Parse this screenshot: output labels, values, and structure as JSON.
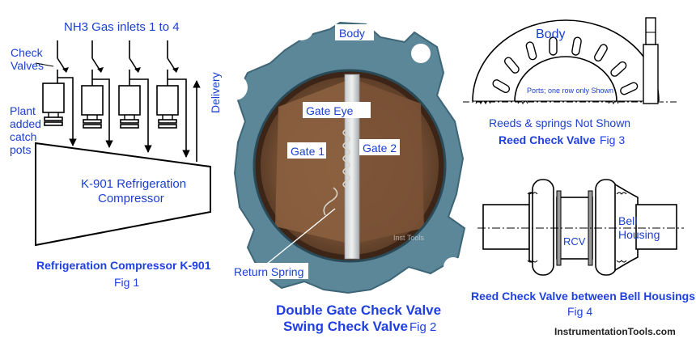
{
  "colors": {
    "label_blue": "#1a3fd0",
    "caption_blue": "#1f3fe0",
    "valve_body": "#5b8799",
    "valve_dark": "#3e6676",
    "interior_rust": "#7a5438",
    "line": "#000000"
  },
  "fig1": {
    "inlets_label": "NH3 Gas inlets 1 to 4",
    "check_valves_label": [
      "Check",
      "Valves"
    ],
    "catch_pots_label": [
      "Plant",
      "added",
      "catch",
      "pots"
    ],
    "delivery_label": "Delivery",
    "compressor_label": [
      "K-901 Refrigeration",
      "Compressor"
    ],
    "caption": "Refrigeration Compressor K-901",
    "fig_label": "Fig 1"
  },
  "fig2": {
    "body_label": "Body",
    "gate_eye_label": "Gate Eye",
    "gate1_label": "Gate 1",
    "gate2_label": "Gate 2",
    "return_spring_label": "Return Spring",
    "watermark": "Inst Tools",
    "caption_line1": "Double Gate Check Valve",
    "caption_line2": "Swing Check Valve",
    "fig_label": "Fig 2"
  },
  "fig3": {
    "body_label": "Body",
    "ports_label": "Ports; one row only Shown",
    "note": "Reeds & springs Not Shown",
    "caption": "Reed Check Valve",
    "fig_label": "Fig 3"
  },
  "fig4": {
    "rcv_label": "RCV",
    "bell_label": [
      "Bell",
      "Housing"
    ],
    "caption": "Reed Check Valve between Bell Housings",
    "fig_label": "Fig 4"
  },
  "site_credit": "InstrumentationTools.com"
}
